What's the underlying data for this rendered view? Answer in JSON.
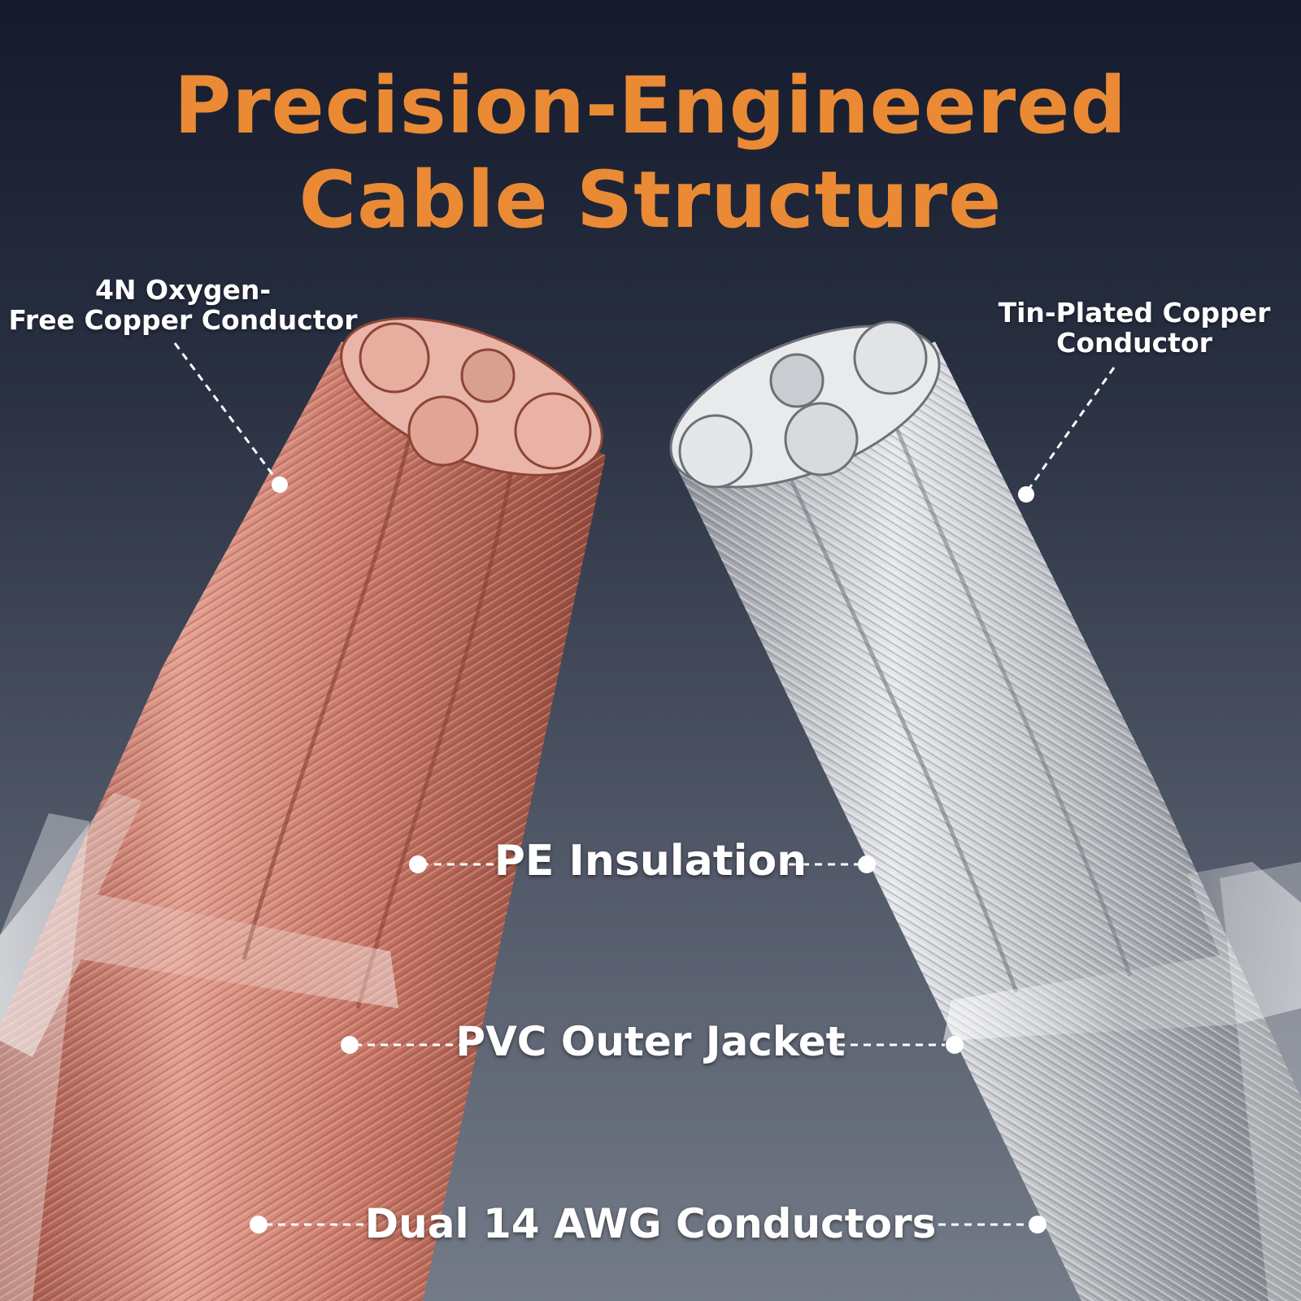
{
  "title": {
    "line1": "Precision-Engineered",
    "line2": "Cable Structure"
  },
  "callouts": {
    "left_line1": "4N Oxygen-",
    "left_line2": "Free Copper Conductor",
    "right_line1": "Tin-Plated Copper",
    "right_line2": "Conductor"
  },
  "labels": {
    "pe_insulation": "PE Insulation",
    "pvc_jacket": "PVC Outer Jacket",
    "conductors": "Dual 14 AWG Conductors"
  },
  "colors": {
    "accent": "#ea8a35",
    "copper": "#d98a78",
    "tinned": "#c3c6cb",
    "background_top": "#141a2b",
    "background_bottom": "#747b88"
  }
}
